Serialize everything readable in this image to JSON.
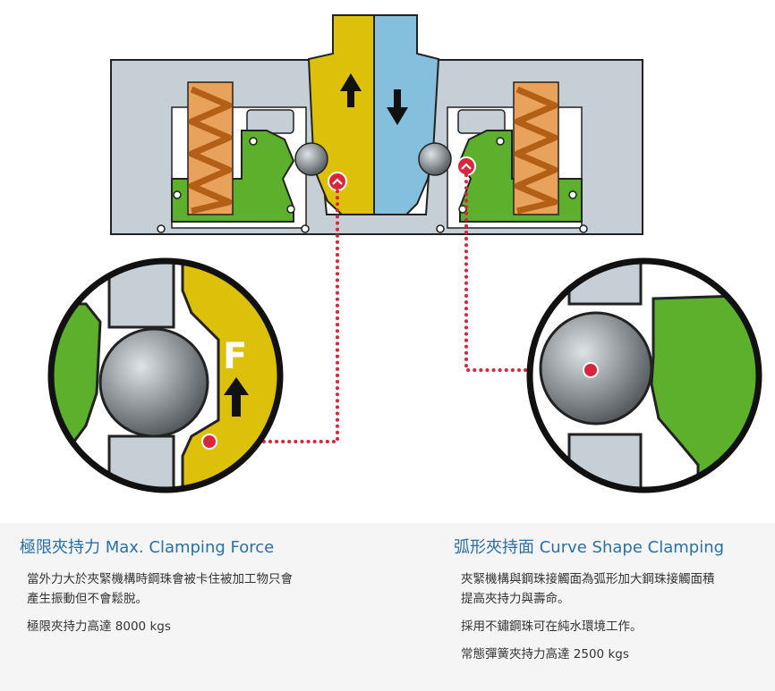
{
  "diagram": {
    "zoom_label": "F",
    "colors": {
      "housing": "#c6ced6",
      "piston_up": "#dcc009",
      "piston_down": "#84bfde",
      "clamp_jaw": "#5cb02c",
      "spring": "#d8822b",
      "ball": "#8c9296",
      "marker": "#d8263c",
      "outline": "#222222"
    },
    "icons": [
      "up-arrow-icon",
      "down-arrow-icon",
      "chevron-up-marker-icon",
      "steel-ball-icon",
      "spring-icon"
    ]
  },
  "captions": {
    "left": {
      "title": "極限夾持力 Max. Clamping Force",
      "lines": [
        "當外力大於夾緊機構時鋼珠會被卡住被加工物只會",
        "產生振動但不會鬆脫。",
        "極限夾持力高達 8000 kgs"
      ]
    },
    "right": {
      "title": "弧形夾持面 Curve Shape Clamping",
      "lines": [
        "夾緊機構與鋼珠接觸面為弧形加大鋼珠接觸面積",
        "提高夾持力與壽命。",
        "採用不鏽鋼珠可在純水環境工作。",
        "常態彈簧夾持力高達 2500 kgs"
      ]
    }
  }
}
